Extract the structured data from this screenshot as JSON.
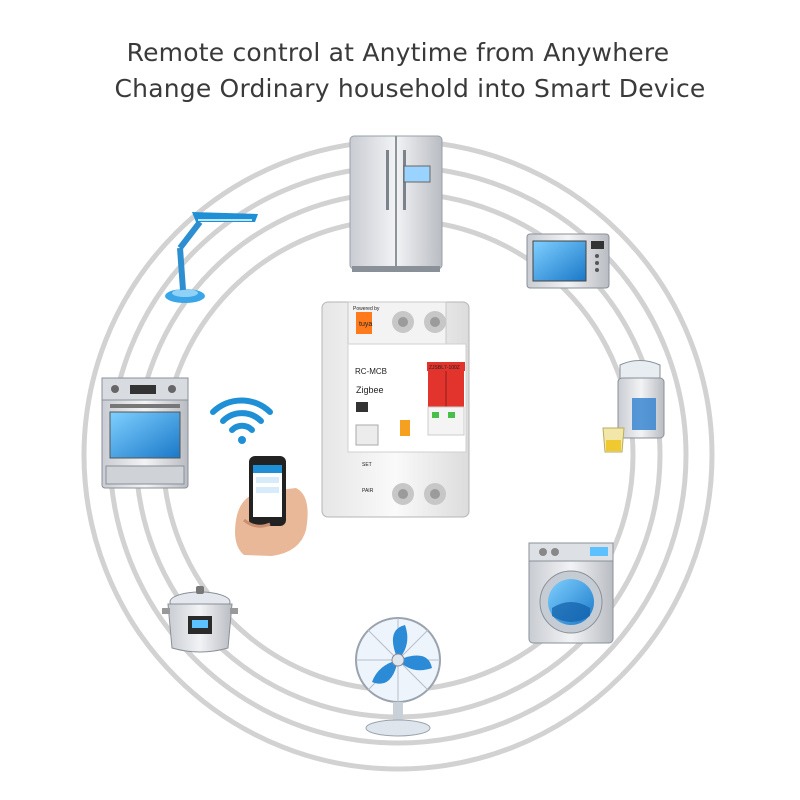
{
  "headline": {
    "line1": "Remote control at Anytime from Anywhere",
    "line2": "Change Ordinary household into Smart Device"
  },
  "breaker": {
    "brand": "tuya",
    "powered_by": "Powered by",
    "model_label": "RC-MCB",
    "protocol": "Zigbee",
    "rating_label": "ZJSBL7-100Z",
    "set_label": "SET",
    "pair_label": "PAIR"
  },
  "devices": [
    "refrigerator-icon",
    "desk-lamp-icon",
    "microwave-icon",
    "oven-icon",
    "juicer-icon",
    "rice-cooker-icon",
    "washing-machine-icon",
    "electric-fan-icon"
  ],
  "colors": {
    "accent": "#1f8fd6",
    "breaker_red": "#e2342c",
    "ring": "#cfcfcf",
    "text": "#3a3a3a"
  }
}
